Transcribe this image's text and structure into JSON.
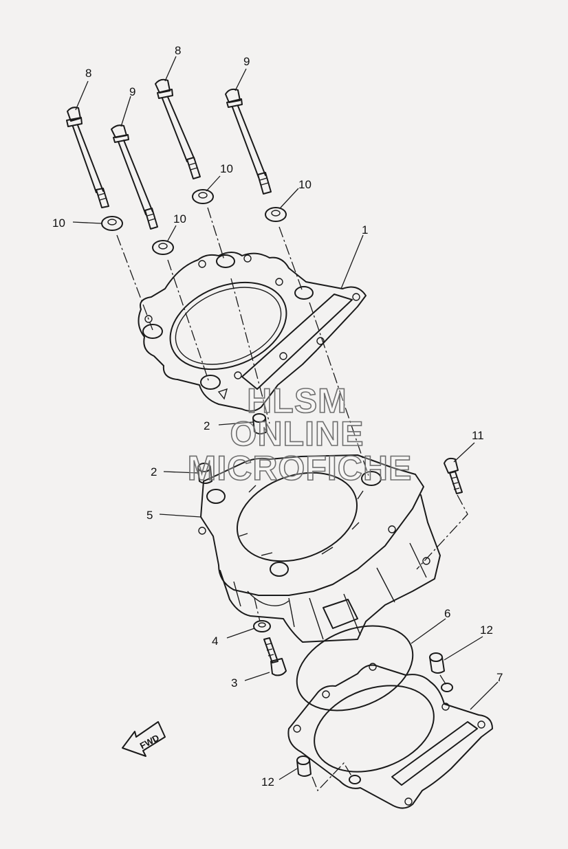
{
  "watermark": {
    "line1": "HLSM",
    "line2": "ONLINE",
    "line3": "MICROFICHE"
  },
  "fwd_label": "FWD",
  "callouts": {
    "c1": "1",
    "c2a": "2",
    "c2b": "2",
    "c3": "3",
    "c4": "4",
    "c5": "5",
    "c6": "6",
    "c7": "7",
    "c8a": "8",
    "c8b": "8",
    "c9a": "9",
    "c9b": "9",
    "c10a": "10",
    "c10b": "10",
    "c10c": "10",
    "c10d": "10",
    "c11": "11",
    "c12a": "12",
    "c12b": "12"
  }
}
